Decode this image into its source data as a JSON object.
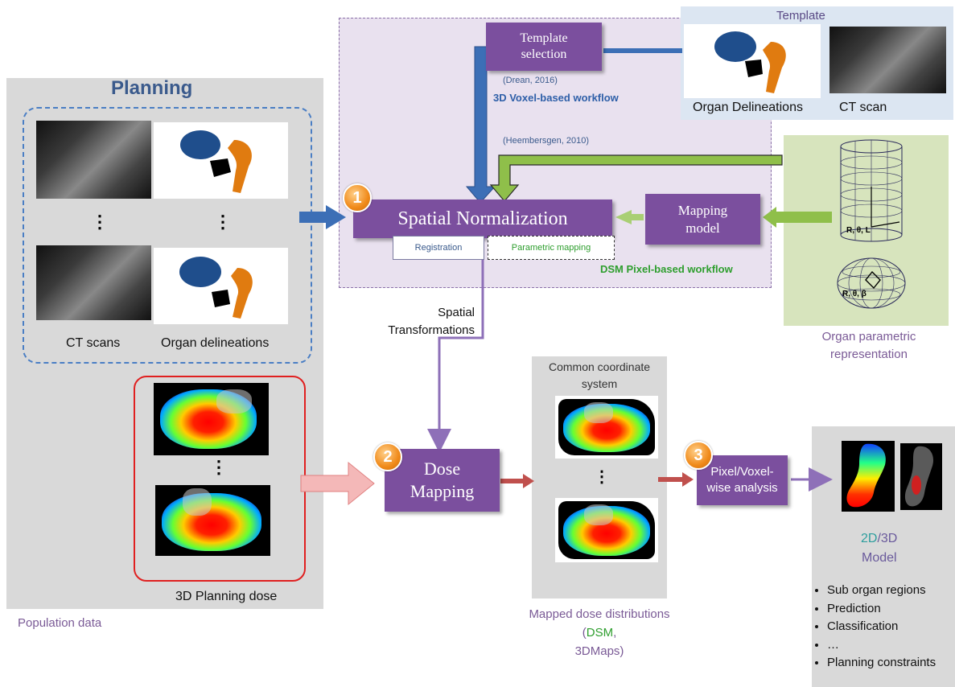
{
  "planning": {
    "title": "Planning",
    "ellipsis_1": "⋮",
    "ellipsis_2": "⋮",
    "ct_scans": "CT scans",
    "organ_delineations": "Organ delineations",
    "planning_dose": "3D Planning dose",
    "ellipsis_dose": "⋮",
    "population_data": "Population data"
  },
  "template": {
    "title": "Template",
    "organ_delineations": "Organ Delineations",
    "ct_scan": "CT scan",
    "selection_label": "Template selection",
    "citation": "(Drean, 2016)",
    "workflow": "3D Voxel-based workflow"
  },
  "heembersgen": {
    "citation": "(Heembersgen, 2010)"
  },
  "spatial_normalization": {
    "number": "1",
    "label": "Spatial Normalization",
    "registration": "Registration",
    "parametric_mapping": "Parametric mapping",
    "dsm_workflow": "DSM Pixel-based  workflow"
  },
  "mapping_model": {
    "label": "Mapping model"
  },
  "organ_parametric": {
    "label": "Organ parametric representation",
    "cyl_coords": "R, θ, L",
    "sph_coords": "R, θ, β"
  },
  "spatial_transformations": "Spatial Transformations",
  "dose_mapping": {
    "number": "2",
    "label": "Dose Mapping"
  },
  "common_coordinate": {
    "title": "Common coordinate system",
    "ellipsis": "⋮",
    "mapped_prefix": "Mapped dose distributions (",
    "dsm": "DSM",
    "mapped_suffix": ",",
    "maps": "3DMaps)"
  },
  "analysis": {
    "number": "3",
    "label": "Pixel/Voxel-wise analysis"
  },
  "model": {
    "title_2d": "2D",
    "title_sep": "/3D",
    "title_model": "Model",
    "bullets": [
      "Sub organ regions",
      "Prediction",
      "Classification",
      "…",
      "Planning constraints"
    ]
  },
  "colors": {
    "purple": "#7b4f9e",
    "blue_arrow": "#3c6fb6",
    "green_arrow": "#8fbf4a",
    "pink_arrow": "#f4b8b8",
    "red_arrow": "#c0504d"
  }
}
